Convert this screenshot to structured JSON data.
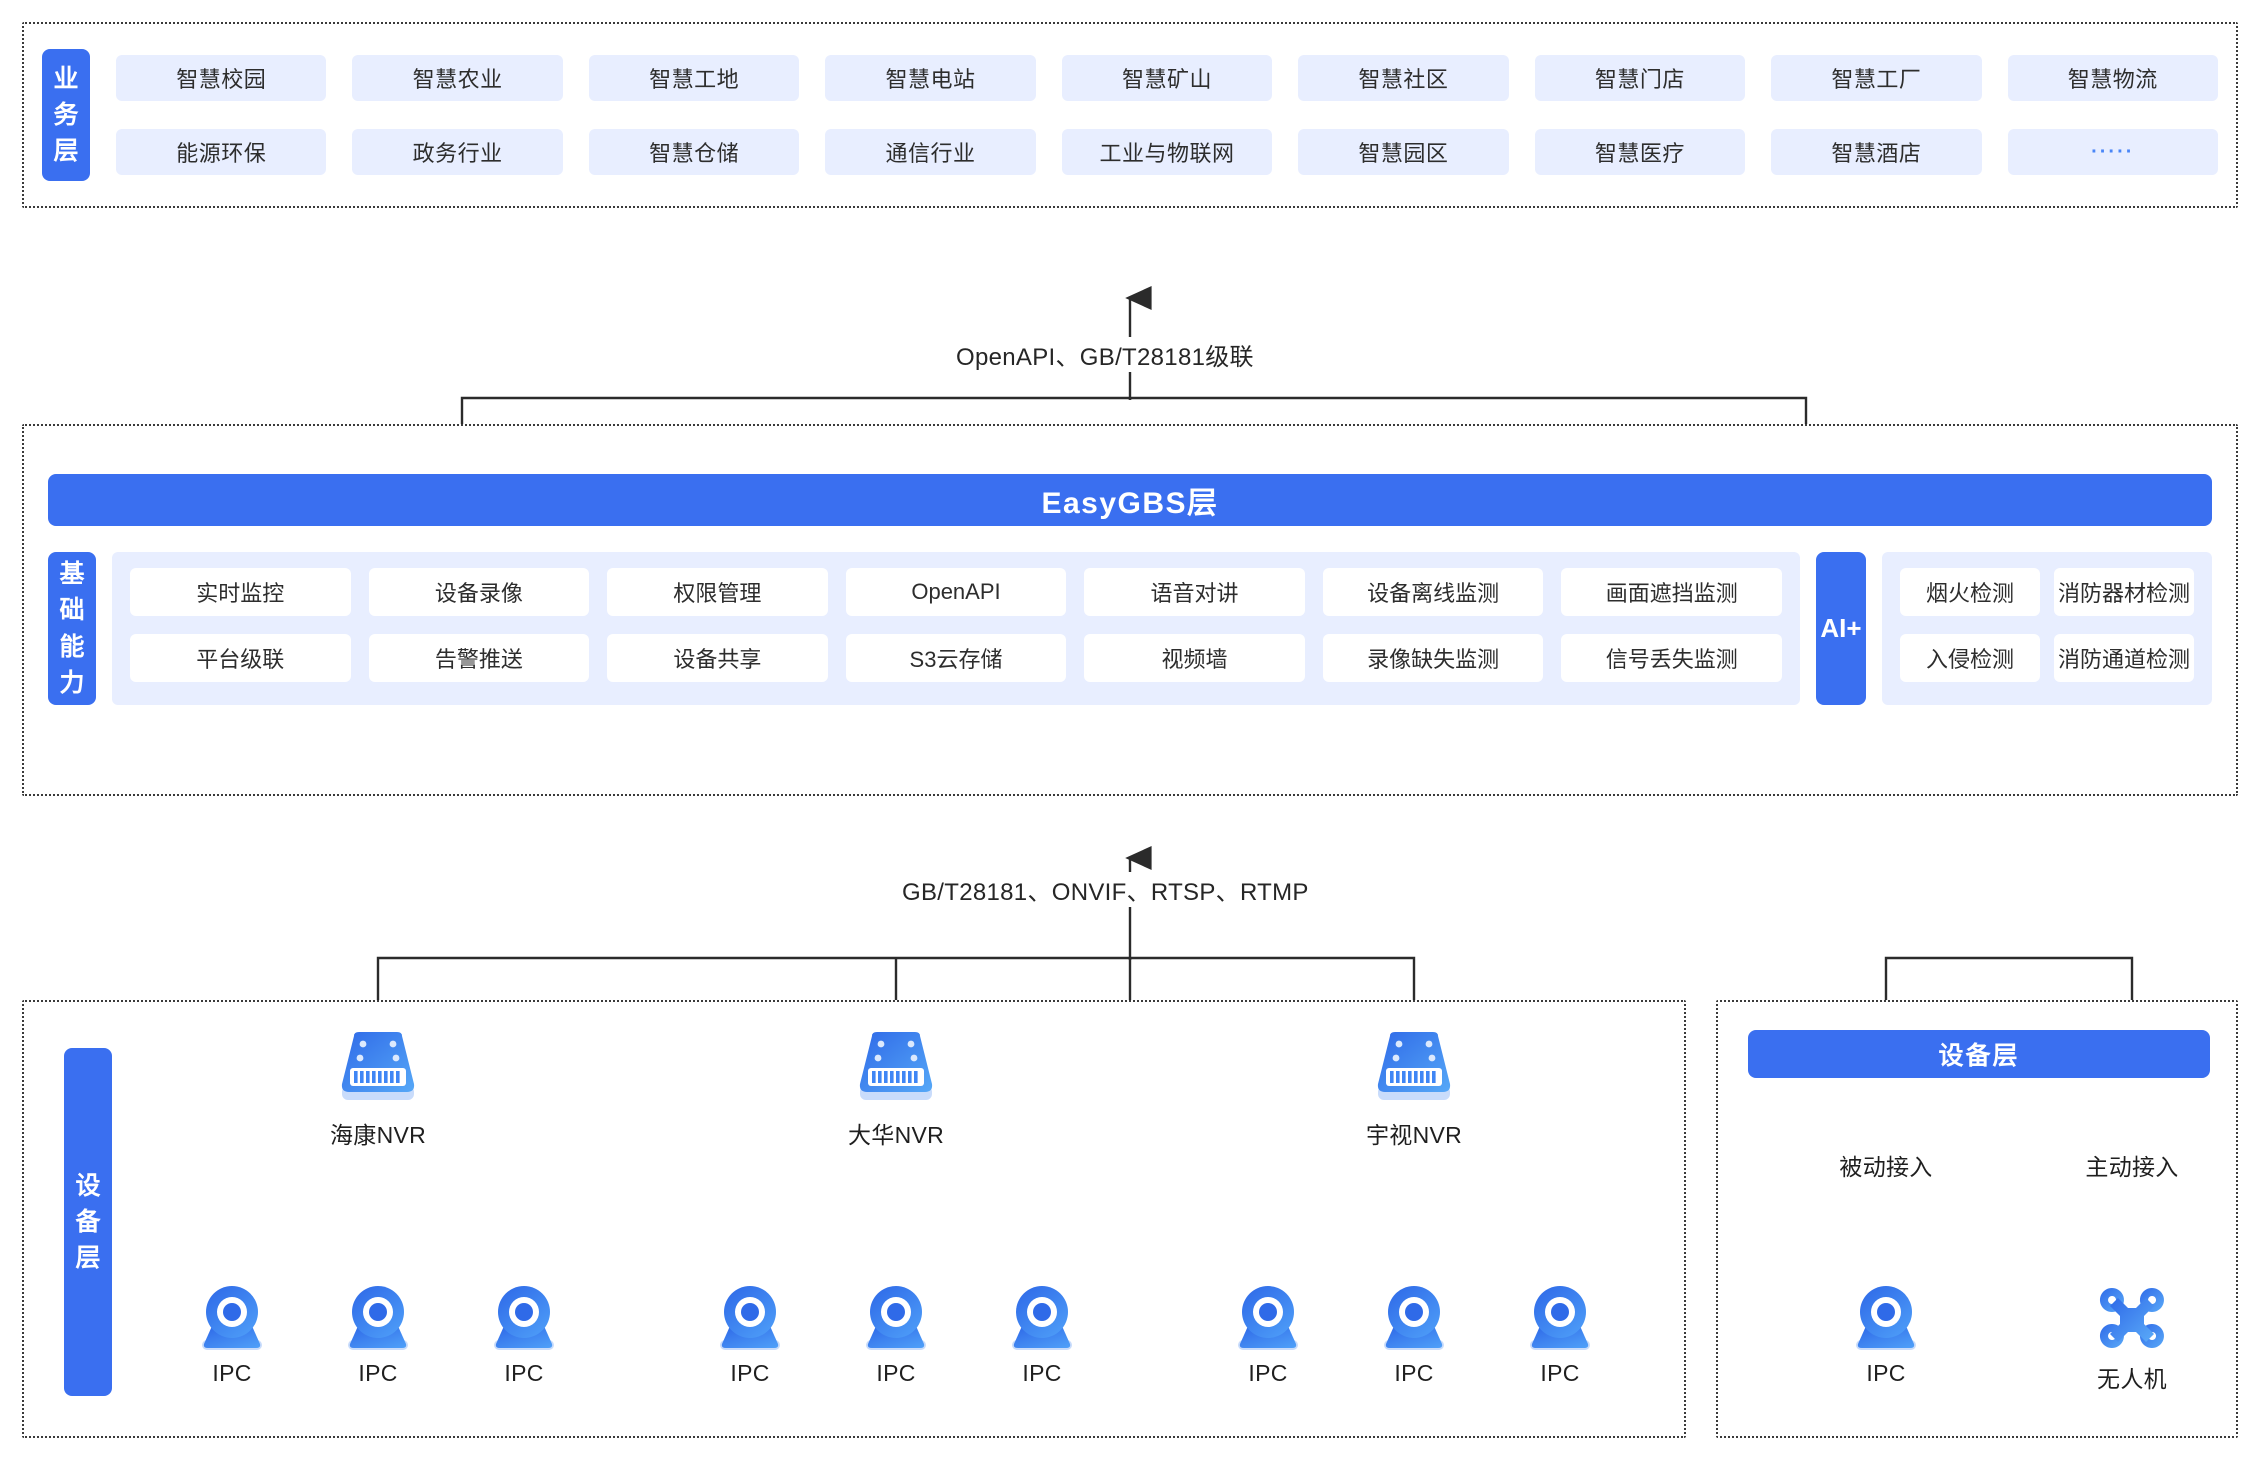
{
  "business_layer": {
    "rail_label": "业务层",
    "items": [
      "智慧校园",
      "智慧农业",
      "智慧工地",
      "智慧电站",
      "智慧矿山",
      "智慧社区",
      "智慧门店",
      "智慧工厂",
      "智慧物流",
      "能源环保",
      "政务行业",
      "智慧仓储",
      "通信行业",
      "工业与物联网",
      "智慧园区",
      "智慧医疗",
      "智慧酒店",
      "·····"
    ]
  },
  "connectors": {
    "top_protocol": "OpenAPI、GB/T28181级联",
    "bottom_protocol": "GB/T28181、ONVIF、RTSP、RTMP"
  },
  "platform_layer": {
    "title": "EasyGBS层",
    "rail_label": "基础能力",
    "capabilities": [
      "实时监控",
      "设备录像",
      "权限管理",
      "OpenAPI",
      "语音对讲",
      "设备离线监测",
      "画面遮挡监测",
      "平台级联",
      "告警推送",
      "设备共享",
      "S3云存储",
      "视频墙",
      "录像缺失监测",
      "信号丢失监测"
    ],
    "ai": {
      "rail_label": "AI+",
      "items": [
        "烟火检测",
        "消防器材检测",
        "入侵检测",
        "消防通道检测"
      ]
    }
  },
  "device_layer_left": {
    "rail_label": "设备层",
    "groups": [
      {
        "nvr_label": "海康NVR",
        "nvr_icon": "nvr-icon",
        "cameras": [
          {
            "label": "IPC",
            "icon": "ipc-camera-icon"
          },
          {
            "label": "IPC",
            "icon": "ipc-camera-icon"
          },
          {
            "label": "IPC",
            "icon": "ipc-camera-icon"
          }
        ]
      },
      {
        "nvr_label": "大华NVR",
        "nvr_icon": "nvr-icon",
        "cameras": [
          {
            "label": "IPC",
            "icon": "ipc-camera-icon"
          },
          {
            "label": "IPC",
            "icon": "ipc-camera-icon"
          },
          {
            "label": "IPC",
            "icon": "ipc-camera-icon"
          }
        ]
      },
      {
        "nvr_label": "宇视NVR",
        "nvr_icon": "nvr-icon",
        "cameras": [
          {
            "label": "IPC",
            "icon": "ipc-camera-icon"
          },
          {
            "label": "IPC",
            "icon": "ipc-camera-icon"
          },
          {
            "label": "IPC",
            "icon": "ipc-camera-icon"
          }
        ]
      }
    ]
  },
  "device_layer_right": {
    "title": "设备层",
    "branches": [
      {
        "mode": "被动接入",
        "device_label": "IPC",
        "icon": "ipc-camera-icon"
      },
      {
        "mode": "主动接入",
        "device_label": "无人机",
        "icon": "drone-icon"
      }
    ]
  },
  "colors": {
    "brand_blue": "#3a6ff0",
    "chip_bg": "#e8eeff",
    "icon_blue_dark": "#2f6ae8",
    "icon_blue_light": "#56a8f7",
    "line": "#3a3a3a"
  }
}
